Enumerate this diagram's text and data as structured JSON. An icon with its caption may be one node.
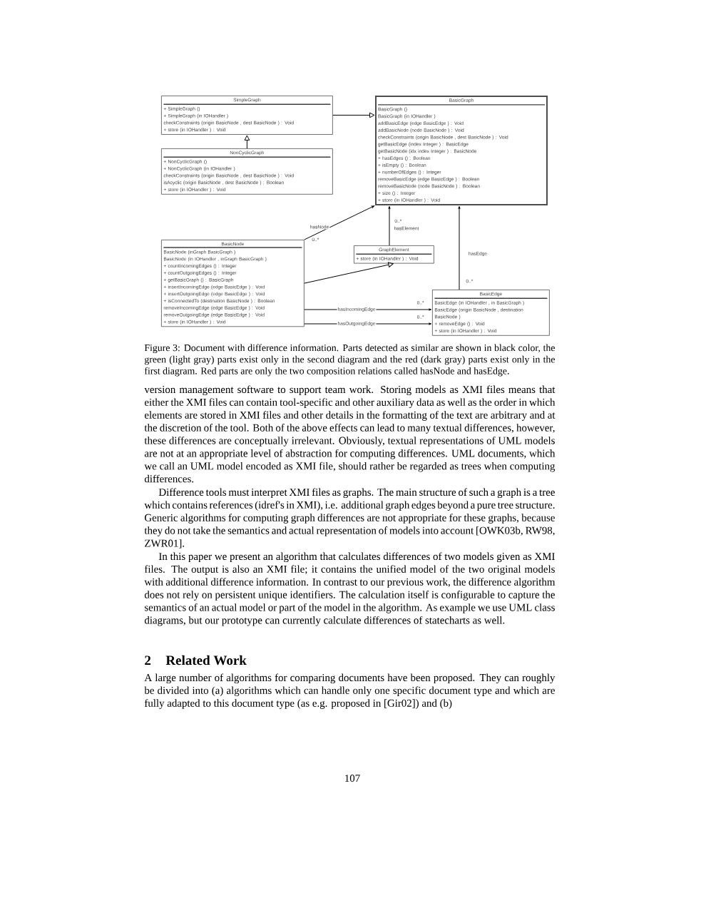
{
  "diagram": {
    "caption": "Figure 3: Document with difference information. Parts detected as similar are shown in black color, the green (light gray) parts exist only in the second diagram and the red (dark gray) parts exist only in the first diagram. Red parts are only the two composition relations called hasNode and hasEdge.",
    "nodes": [
      {
        "text": [
          "SimpleGraph",
          "+ SimpleGraph ()",
          "+ SimpleGraph (in IOHandler )",
          "checkConstraints (origin BasicNode , dest BasicNode ) : Void",
          "+ store (in IOHandler ) : Void"
        ]
      },
      {
        "text": [
          "NonCyclicGraph",
          "+ NonCyclicGraph ()",
          "+ NonCyclicGraph (in IOHandler )",
          "checkConstraints (origin BasicNode , dest BasicNode ) : Void",
          "isAcyclic (origin BasicNode , dest BasicNode ) : Boolean",
          "+ store (in IOHandler ) : Void"
        ]
      },
      {
        "text": [
          "BasicGraph",
          "BasicGraph ()",
          "BasicGraph (in IOHandler )",
          "addBasicEdge (edge BasicEdge ) : Void",
          "addBasicNode (node BasicNode ) : Void",
          "checkConstraints (origin BasicNode , dest BasicNode ) : Void",
          "getBasicEdge (index Integer ) : BasicEdge",
          "getBasicNode (idx index Integer ) : BasicNode",
          "+ hasEdges () : Boolean",
          "+ isEmpty () : Boolean",
          "+ numberOfEdges () : Integer",
          "removeBasicEdge (edge BasicEdge ) : Boolean",
          "removeBasicNode (node BasicNode ) : Boolean",
          "+ size () : Integer",
          "+ store (in IOHandler ) : Void"
        ]
      },
      {
        "text": [
          "BasicNode",
          "BasicNode (inGraph BasicGraph )",
          "BasicNode (in IOHandler , inGraph BasicGraph )",
          "+ countIncomingEdges () : Integer",
          "+ countOutgoingEdges () : Integer",
          "+ getBasicGraph () : BasicGraph",
          "+ insertIncomingEdge (edge BasicEdge ) : Void",
          "+ insertOutgoingEdge (edge BasicEdge ) : Void",
          "+ isConnectedTo (destination BasicNode ) : Boolean",
          "removeIncomingEdge (edge BasicEdge ) : Void",
          "removeOutgoingEdge (edge BasicEdge ) : Void",
          "+ store (in IOHandler ) : Void"
        ]
      },
      {
        "text": [
          "GraphElement",
          "+ store (in IOHandler ) : Void"
        ]
      },
      {
        "text": [
          "BasicEdge",
          "BasicEdge (in IOHandler , in BasicGraph )",
          "BasicEdge (origin BasicNode , destination BasicNode )",
          "+ removeEdge () : Void",
          "+ store (in IOHandler ) : Void"
        ]
      }
    ],
    "edges": [
      {
        "from": 0,
        "to": 2,
        "arrow": "to"
      },
      {
        "from": 1,
        "to": 0,
        "arrow": "to"
      },
      {
        "from": 3,
        "to": 2,
        "arrow": "to",
        "label": "hasNode"
      },
      {
        "from": 4,
        "to": 2,
        "arrow": "to",
        "label": "hasElement"
      },
      {
        "from": 5,
        "to": 2,
        "arrow": "to",
        "label": "hasEdge"
      },
      {
        "from": 3,
        "to": 4,
        "arrow": "to"
      },
      {
        "from": 3,
        "to": 5,
        "arrow": "to",
        "label": "hasIncomingEdge"
      },
      {
        "from": 3,
        "to": 5,
        "arrow": "to",
        "label": "hasOutgoingEdge"
      }
    ],
    "labels": [
      "0..*",
      "0..*",
      "0..*",
      "0..*",
      "0..*",
      "version management software to support team work. Storing models as XMI files means that either the XMI files can contain tool-specific and other auxiliary data as well as the order in which elements are stored in XMI files and other details in the formatting of the text are arbitrary and at the discretion of the tool. Both of the above effects can lead to many textual differences, however, these differences are conceptually irrelevant. Obviously, textual representations of UML models are not at an appropriate level of abstraction for computing differences. UML documents, which we call an UML model encoded as XMI file, should rather be regarded as trees when computing differences.",
      "Difference tools must interpret XMI files as graphs. The main structure of such a graph is a tree which contains references (idref's in XMI), i.e. additional graph edges beyond a pure tree structure. Generic algorithms for computing graph differences are not appropriate for these graphs, because they do not take the semantics and actual representation of models into account [OWK03b, RW98, ZWR01].",
      "In this paper we present an algorithm that calculates differences of two models given as XMI files. The output is also an XMI file; it contains the unified model of the two original models with additional difference information. In contrast to our previous work, the difference algorithm does not rely on persistent unique identifiers. The calculation itself is configurable to capture the semantics of an actual model or part of the model in the algorithm. As example we use UML class diagrams, but our prototype can currently calculate differences of statecharts as well.",
      "2",
      "Related Work",
      "A large number of algorithms for comparing documents have been proposed. They can roughly be divided into (a) algorithms which can handle only one specific document type and which are fully adapted to this document type (as e.g. proposed in [Gir02]) and (b)",
      "107"
    ]
  }
}
